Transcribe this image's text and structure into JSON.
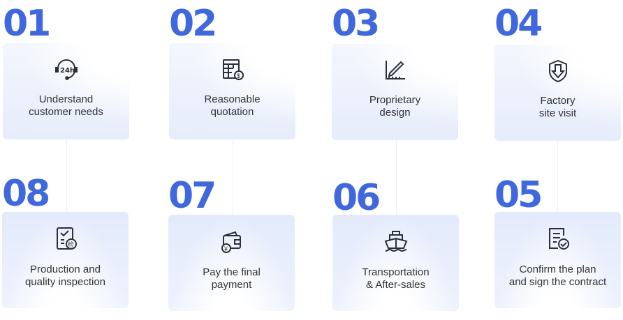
{
  "steps": [
    {
      "num": "01",
      "l1": "Understand",
      "l2": "customer needs",
      "icon": "headset-24h-icon"
    },
    {
      "num": "02",
      "l1": "Reasonable",
      "l2": "quotation",
      "icon": "quotation-sheet-icon"
    },
    {
      "num": "03",
      "l1": "Proprietary",
      "l2": "design",
      "icon": "design-ruler-pen-icon"
    },
    {
      "num": "04",
      "l1": "Factory",
      "l2": "site visit",
      "icon": "shield-down-arrow-icon"
    },
    {
      "num": "05",
      "l1": "Confirm the plan",
      "l2": "and sign the contract",
      "icon": "contract-check-icon"
    },
    {
      "num": "06",
      "l1": "Transportation",
      "l2": "& After-sales",
      "icon": "ship-icon"
    },
    {
      "num": "07",
      "l1": "Pay the final",
      "l2": "payment",
      "icon": "wallet-yen-icon"
    },
    {
      "num": "08",
      "l1": "Production and",
      "l2": "quality inspection",
      "icon": "inspection-checklist-icon"
    }
  ],
  "inspection_glyph": "检",
  "yen_glyph": "¥",
  "hours_glyph": "24h"
}
